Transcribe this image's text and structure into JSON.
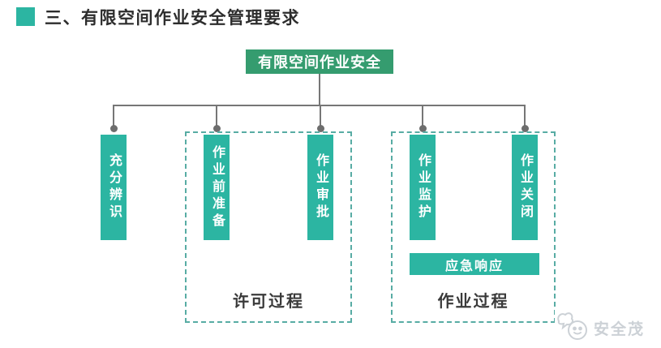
{
  "page": {
    "title": "三、有限空间作业安全管理要求"
  },
  "diagram": {
    "root": {
      "label": "有限空间作业安全"
    },
    "bars": [
      {
        "label": "充分辨识"
      },
      {
        "label": "作业前准备"
      },
      {
        "label": "作业审批"
      },
      {
        "label": "作业监护"
      },
      {
        "label": "作业关闭"
      }
    ],
    "groups": [
      {
        "label": "许可过程"
      },
      {
        "label": "作业过程"
      }
    ],
    "emergency": {
      "label": "应急响应"
    },
    "colors": {
      "teal": "#2cb5a2",
      "root_green": "#359c6f",
      "connector_gray": "#767676",
      "dashed_border": "#58aca4",
      "title_text": "#2d2d2d",
      "watermark_gray": "#ccd1d6"
    }
  },
  "watermark": {
    "label": "安全茂"
  }
}
